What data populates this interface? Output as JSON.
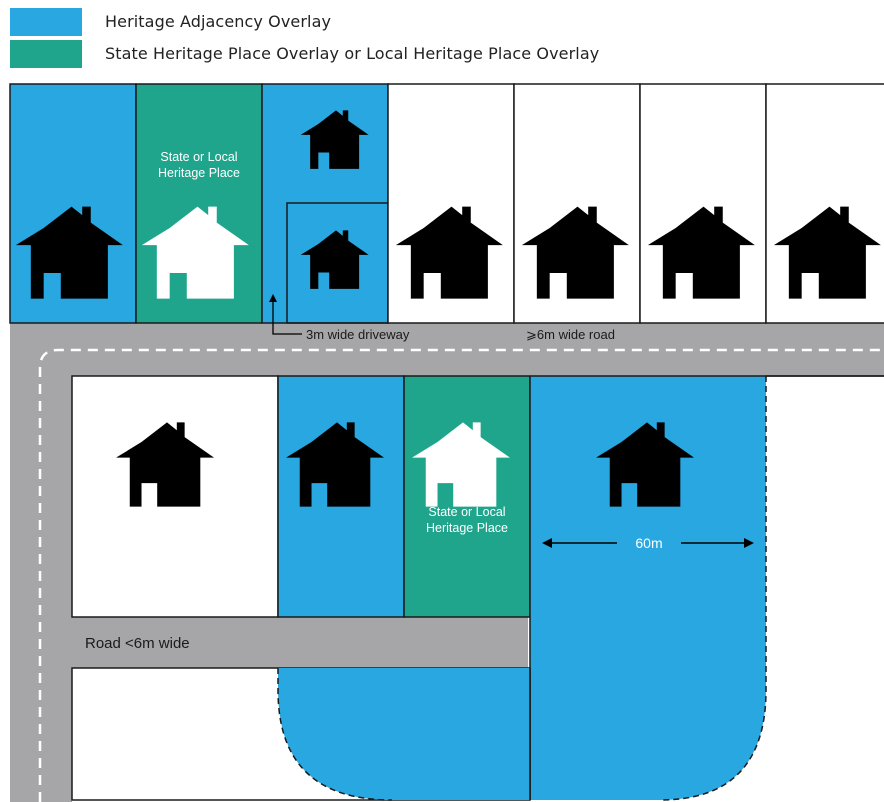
{
  "legend": {
    "items": [
      {
        "label": "Heritage Adjacency Overlay",
        "color": "#29a7e1"
      },
      {
        "label": "State Heritage Place Overlay or Local Heritage Place Overlay",
        "color": "#1fa58c"
      }
    ]
  },
  "labels": {
    "heritage_place_top_line1": "State or Local",
    "heritage_place_top_line2": "Heritage Place",
    "heritage_place_bottom_line1": "State or Local",
    "heritage_place_bottom_line2": "Heritage Place",
    "driveway": "3m wide driveway",
    "wide_road": "⩾6m wide road",
    "narrow_road": "Road <6m wide",
    "distance": "60m"
  },
  "colors": {
    "adjacency": "#29a7e1",
    "heritage": "#1fa58c",
    "road": "#a6a6a8",
    "outline": "#1a1a1a",
    "house_dark": "#000000",
    "house_light": "#ffffff"
  },
  "icons": {
    "house": "house-icon",
    "arrow": "arrow-icon"
  }
}
